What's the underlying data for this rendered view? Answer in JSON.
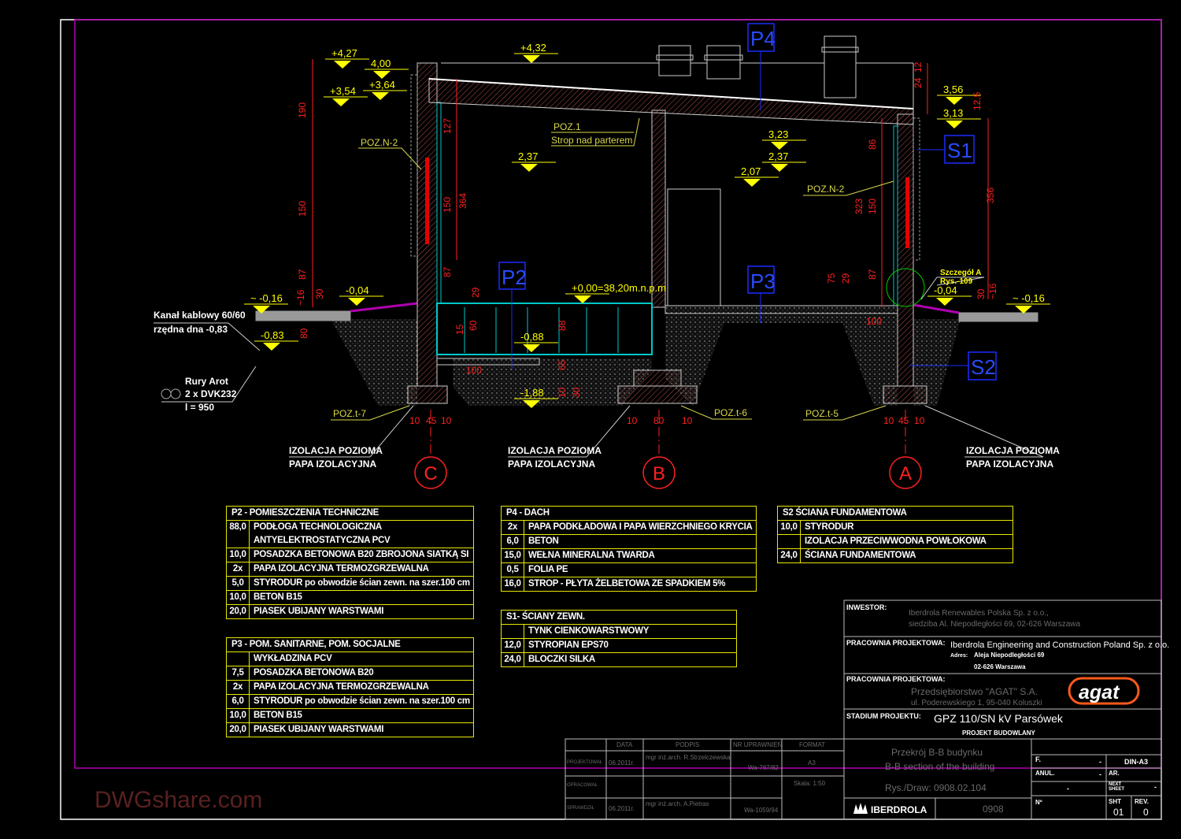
{
  "colors": {
    "background": "#000000",
    "frame_outer": "#ffffff",
    "frame_inner": "#b000b0",
    "dimension": "#ff2020",
    "level": "#ffff00",
    "tag": "#1a2cff",
    "table_border": "#e8e800",
    "axis": "#ff2020",
    "floor_slab": "#00c8c8"
  },
  "levels": [
    "+4,27",
    "4,00",
    "+3,64",
    "+3,54",
    "+4,32",
    "3,56",
    "3,13",
    "3,23",
    "2,37",
    "2,07",
    "2,37",
    "~ -0,16",
    "-0,04",
    "-0,83",
    "+0,00=38,20m.n.p.m",
    "-0,88",
    "-1,88",
    "-0,04",
    "~ -0,16"
  ],
  "dimensions": [
    "190",
    "150",
    "87",
    "30",
    "~16",
    "80",
    "127",
    "150",
    "364",
    "87",
    "29",
    "15",
    "60",
    "88",
    "65",
    "100",
    "10",
    "30",
    "12",
    "24",
    "12,5",
    "356",
    "86",
    "323",
    "150",
    "87",
    "75",
    "29",
    "100",
    "30",
    "~16",
    "10",
    "45",
    "10",
    "10",
    "80",
    "10",
    "10",
    "45",
    "10"
  ],
  "tags": [
    "P4",
    "P2",
    "P3",
    "S1",
    "S2"
  ],
  "axes": [
    "C",
    "B",
    "A"
  ],
  "annotations": {
    "poz_n2_left": "POZ.N-2",
    "poz_n2_right": "POZ.N-2",
    "poz1": "POZ.1",
    "strop": "Strop nad parterem",
    "poz_t7": "POZ.t-7",
    "poz_t6": "POZ.t-6",
    "poz_t5": "POZ.t-5",
    "kanal_1": "Kanał kablowy 60/60",
    "kanal_2": "rzędna dna  -0,83",
    "rury_1": "Rury Arot",
    "rury_2": "2 x DVK232",
    "rury_3": "l = 950",
    "izol_1": "IZOLACJA POZIOMA",
    "izol_2": "PAPA IZOLACYJNA",
    "szczegol_1": "Szczegół A",
    "szczegol_2": "Rys.-109"
  },
  "tables": {
    "p2": {
      "title": "P2 - POMIESZCZENIA TECHNICZNE",
      "rows": [
        [
          "88,0",
          "PODŁOGA TECHNOLOGICZNA\nANTYELEKTROSTATYCZNA PCV"
        ],
        [
          "10,0",
          "POSADZKA BETONOWA B20 ZBROJONA SIATKĄ SI"
        ],
        [
          "2x",
          "PAPA IZOLACYJNA TERMOZGRZEWALNA"
        ],
        [
          "5,0",
          "STYRODUR po obwodzie ścian zewn. na szer.100 cm"
        ],
        [
          "10,0",
          "BETON B15"
        ],
        [
          "20,0",
          "PIASEK UBIJANY WARSTWAMI"
        ]
      ]
    },
    "p3": {
      "title": "P3 - POM. SANITARNE, POM. SOCJALNE",
      "rows": [
        [
          "",
          "WYKŁADZINA PCV"
        ],
        [
          "7,5",
          "POSADZKA BETONOWA B20"
        ],
        [
          "2x",
          "PAPA IZOLACYJNA TERMOZGRZEWALNA"
        ],
        [
          "6,0",
          "STYRODUR po obwodzie ścian zewn. na szer.100 cm"
        ],
        [
          "10,0",
          "BETON B15"
        ],
        [
          "20,0",
          "PIASEK UBIJANY WARSTWAMI"
        ]
      ]
    },
    "p4": {
      "title": "P4 - DACH",
      "rows": [
        [
          "2x",
          "PAPA PODKŁADOWA I PAPA WIERZCHNIEGO KRYCIA"
        ],
        [
          "6,0",
          "BETON"
        ],
        [
          "15,0",
          "WEŁNA MINERALNA TWARDA"
        ],
        [
          "0,5",
          "FOLIA PE"
        ],
        [
          "16,0",
          "STROP - PŁYTA ŻELBETOWA ZE SPADKIEM 5%"
        ]
      ]
    },
    "s1": {
      "title": "S1- ŚCIANY ZEWN.",
      "rows": [
        [
          "",
          "TYNK CIENKOWARSTWOWY"
        ],
        [
          "12,0",
          "STYROPIAN EPS70"
        ],
        [
          "24,0",
          "BLOCZKI SILKA"
        ]
      ]
    },
    "s2": {
      "title": "S2  ŚCIANA FUNDAMENTOWA",
      "rows": [
        [
          "10,0",
          "STYRODUR"
        ],
        [
          "",
          "IZOLACJA PRZECIWWODNA POWŁOKOWA"
        ],
        [
          "24,0",
          "ŚCIANA FUNDAMENTOWA"
        ]
      ]
    }
  },
  "title_block": {
    "investor_label": "INWESTOR:",
    "investor_1": "Iberdrola Renewables Polska Sp. z o.o.,",
    "investor_2": "siedziba  Al. Niepodległości 69, 02-626 Warszawa",
    "studio_label": "PRACOWNIA PROJEKTOWA:",
    "studio_1": "Iberdrola Engineering and Construction Poland Sp. z o.o.",
    "studio_adr_label": "Adres:",
    "studio_2": "Aleja Niepodległości 69",
    "studio_3": "02-626 Warszawa",
    "studio2_label": "PRACOWNIA PROJEKTOWA:",
    "studio2_1": "Przedsiębiorstwo \"AGAT\" S.A.",
    "studio2_2": "ul. Poderewskiego 1, 95-040 Koluszki",
    "agat_logo": "agat",
    "stage_label": "STADIUM PROJEKTU:",
    "project": "GPZ 110/SN  kV Parsówek",
    "stage": "PROJEKT BUDOWLANY",
    "drawing_pl": "Przekrój B-B budynku",
    "drawing_en": "B-B section of the building",
    "draw_no": "Rys./Draw: 0908.02.104",
    "iberdrola": "IBERDROLA",
    "code": "0908",
    "f_label": "F.",
    "f_val": "-",
    "din": "DIN-A3",
    "anul_label": "ANUL.",
    "anul_val": "-",
    "ar_label": "AR.",
    "dash": "-",
    "next_label": "NEXT SHEET",
    "next_val": "-",
    "no_label": "Nº",
    "sht_label": "SHT",
    "sht_val": "01",
    "rev_label": "REV.",
    "rev_val": "0",
    "watermark": "DWGshare.com"
  },
  "sign_table": {
    "headers": [
      "",
      "DATA",
      "PODPIS",
      "NR UPRAWNIEŃ",
      "FORMAT"
    ],
    "rows": [
      [
        "PROJEKTOWAŁ",
        "06.2011r.",
        "mgr inż.arch. R.Strzelczewska",
        "Wa-767/82"
      ],
      [
        "OPRACOWAŁ",
        "",
        "",
        ""
      ],
      [
        "SPRAWDZIŁ",
        "06.2011r.",
        "mgr inż.arch. A.Pietras",
        "Wa-1059/94"
      ]
    ],
    "format": "A3",
    "scale": "Skala:  1:50"
  }
}
